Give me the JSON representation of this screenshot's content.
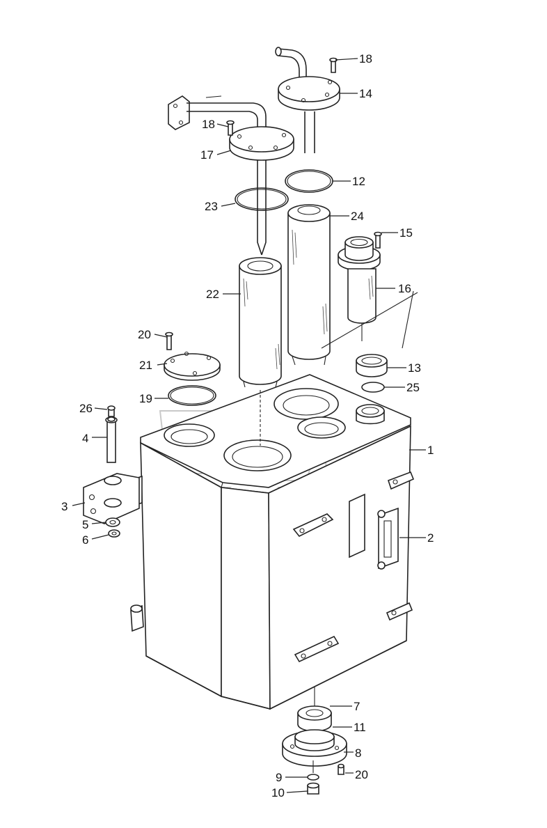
{
  "diagram": {
    "callouts": [
      {
        "id": "c1",
        "text": "1"
      },
      {
        "id": "c2",
        "text": "2"
      },
      {
        "id": "c3",
        "text": "3"
      },
      {
        "id": "c4",
        "text": "4"
      },
      {
        "id": "c5",
        "text": "5"
      },
      {
        "id": "c6",
        "text": "6"
      },
      {
        "id": "c7",
        "text": "7"
      },
      {
        "id": "c8",
        "text": "8"
      },
      {
        "id": "c9",
        "text": "9"
      },
      {
        "id": "c10",
        "text": "10"
      },
      {
        "id": "c11",
        "text": "11"
      },
      {
        "id": "c12",
        "text": "12"
      },
      {
        "id": "c13",
        "text": "13"
      },
      {
        "id": "c14",
        "text": "14"
      },
      {
        "id": "c15",
        "text": "15"
      },
      {
        "id": "c16",
        "text": "16"
      },
      {
        "id": "c17",
        "text": "17"
      },
      {
        "id": "c18a",
        "text": "18"
      },
      {
        "id": "c18b",
        "text": "18"
      },
      {
        "id": "c19",
        "text": "19"
      },
      {
        "id": "c20a",
        "text": "20"
      },
      {
        "id": "c20b",
        "text": "20"
      },
      {
        "id": "c21",
        "text": "21"
      },
      {
        "id": "c22",
        "text": "22"
      },
      {
        "id": "c23",
        "text": "23"
      },
      {
        "id": "c24",
        "text": "24"
      },
      {
        "id": "c25",
        "text": "25"
      },
      {
        "id": "c26",
        "text": "26"
      }
    ]
  }
}
